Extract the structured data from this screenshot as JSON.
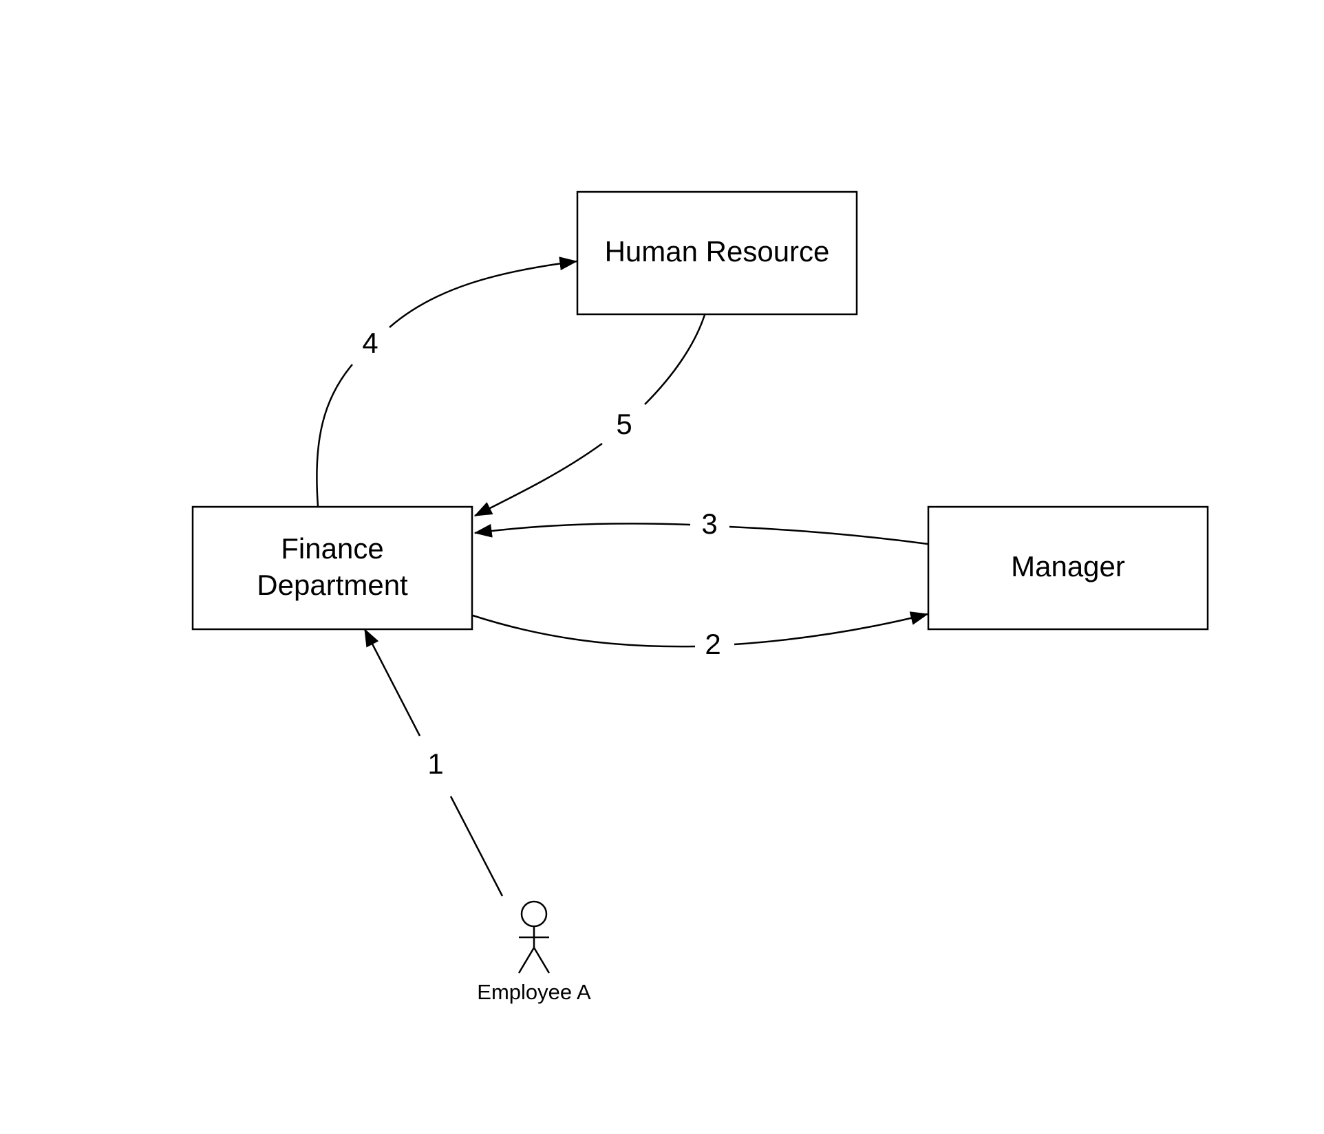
{
  "nodes": {
    "human_resource": {
      "label": "Human Resource"
    },
    "finance_department": {
      "line1": "Finance",
      "line2": "Department"
    },
    "manager": {
      "label": "Manager"
    }
  },
  "actor": {
    "label": "Employee A"
  },
  "edges": {
    "e1": {
      "label": "1",
      "from": "Employee A",
      "to": "Finance Department"
    },
    "e2": {
      "label": "2",
      "from": "Finance Department",
      "to": "Manager"
    },
    "e3": {
      "label": "3",
      "from": "Manager",
      "to": "Finance Department"
    },
    "e4": {
      "label": "4",
      "from": "Finance Department",
      "to": "Human Resource"
    },
    "e5": {
      "label": "5",
      "from": "Human Resource",
      "to": "Finance Department"
    }
  }
}
